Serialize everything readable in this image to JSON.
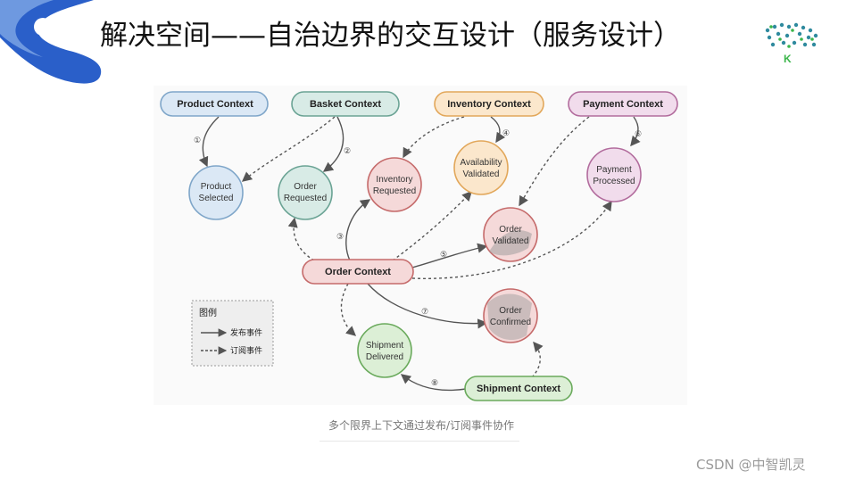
{
  "slide": {
    "title": "解决空间——自治边界的交互设计（服务设计）",
    "caption": "多个限界上下文通过发布/订阅事件协作",
    "watermark": "CSDN @中智凯灵",
    "logo_right_letter": "K"
  },
  "contexts": {
    "product": "Product Context",
    "basket": "Basket Context",
    "inventory": "Inventory Context",
    "payment": "Payment Context",
    "order": "Order Context",
    "shipment": "Shipment Context"
  },
  "events": {
    "product_selected": [
      "Product",
      "Selected"
    ],
    "order_requested": [
      "Order",
      "Requested"
    ],
    "inventory_requested": [
      "Inventory",
      "Requested"
    ],
    "availability_validated": [
      "Availability",
      "Validated"
    ],
    "order_validated": [
      "Order",
      "Validated"
    ],
    "payment_processed": [
      "Payment",
      "Processed"
    ],
    "order_confirmed": [
      "Order",
      "Confirmed"
    ],
    "shipment_delivered": [
      "Shipment",
      "Delivered"
    ]
  },
  "steps": [
    "①",
    "②",
    "③",
    "④",
    "⑤",
    "⑥",
    "⑦",
    "⑧"
  ],
  "legend": {
    "title": "图例",
    "publish": "发布事件",
    "subscribe": "订阅事件"
  },
  "colors": {
    "blue": "#dbe8f5",
    "blue_stroke": "#7fa6c9",
    "teal": "#d8ebe6",
    "teal_stroke": "#6aa394",
    "orange": "#fbe7cc",
    "orange_stroke": "#e2a75a",
    "purple": "#f1dcec",
    "purple_stroke": "#b26c9d",
    "red": "#f5d9d9",
    "red_stroke": "#c56a6a",
    "green": "#dcefd6",
    "green_stroke": "#6aaa5c",
    "accent": "#1e5fc2"
  }
}
